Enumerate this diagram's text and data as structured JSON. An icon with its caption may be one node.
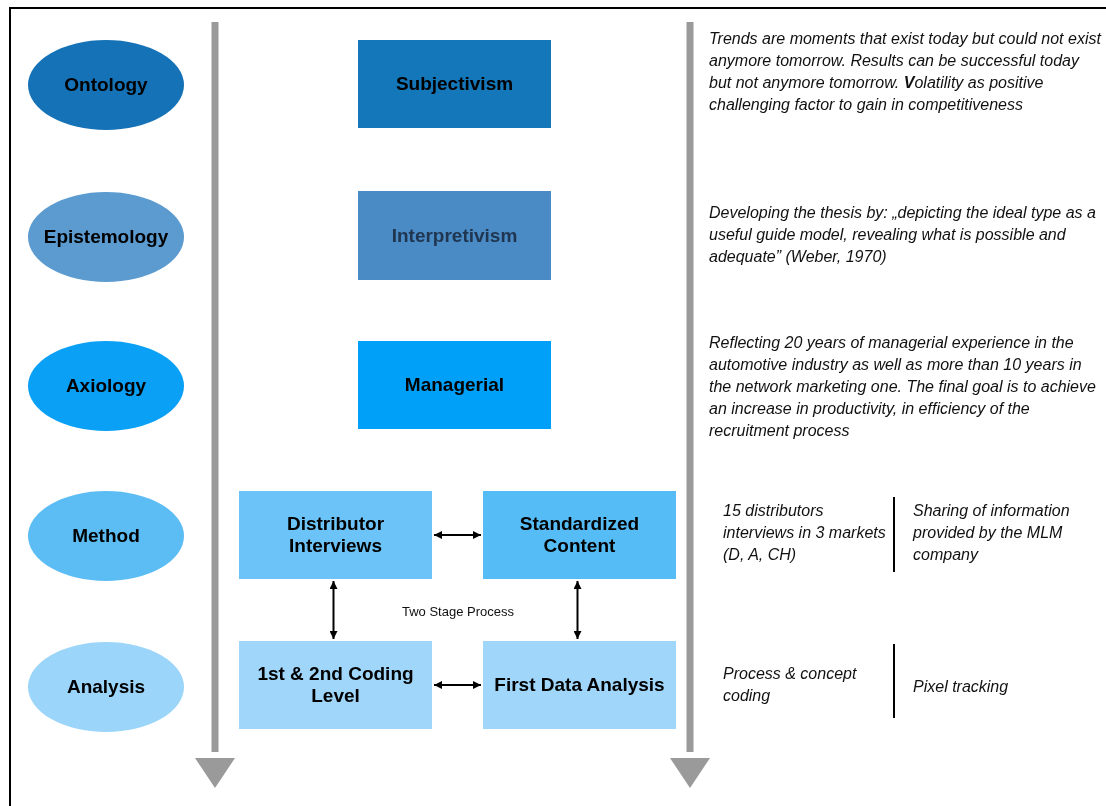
{
  "diagram": {
    "nodes": [
      {
        "text": [
          "Ontology"
        ]
      },
      {
        "text": [
          "Epistemology"
        ]
      },
      {
        "text": [
          "Axiology"
        ]
      },
      {
        "text": [
          "Method"
        ]
      },
      {
        "text": [
          "Analysis"
        ]
      },
      {
        "text": [
          "Subjectivism"
        ]
      },
      {
        "text": [
          "Interpretivism"
        ]
      },
      {
        "text": [
          "Managerial"
        ]
      },
      {
        "text": [
          "Distributor Interviews"
        ]
      },
      {
        "text": [
          "Standardized Content"
        ]
      },
      {
        "text": [
          "1st & 2nd Coding Level"
        ]
      },
      {
        "text": [
          "First Data Analysis"
        ]
      }
    ],
    "edges": [
      {
        "from": 8,
        "to": 9,
        "arrow": "both"
      },
      {
        "from": 8,
        "to": 10,
        "arrow": "both"
      },
      {
        "from": 9,
        "to": 11,
        "arrow": "both"
      },
      {
        "from": 10,
        "to": 11,
        "arrow": "both"
      }
    ],
    "labels": [
      "Trends  are moments that exist today but could not exist anymore tomorrow. Results can be successful today but not anymore tomorrow. **V**olatility as positive challenging factor to gain in competitiveness",
      "Developing the thesis by:  „depicting the ideal type as a useful guide model, revealing what is possible and adequate” (Weber, 1970)",
      "Reflecting 20 years of managerial experience in the automotive industry as well as more than 10 years in the network marketing one. The final goal is to achieve an increase in productivity, in efficiency of the recruitment process",
      "15 distributors interviews in 3 markets (D, A, CH)",
      "Sharing of information provided by the MLM company",
      "Two Stage Process",
      "Process & concept coding",
      "Pixel tracking"
    ]
  }
}
